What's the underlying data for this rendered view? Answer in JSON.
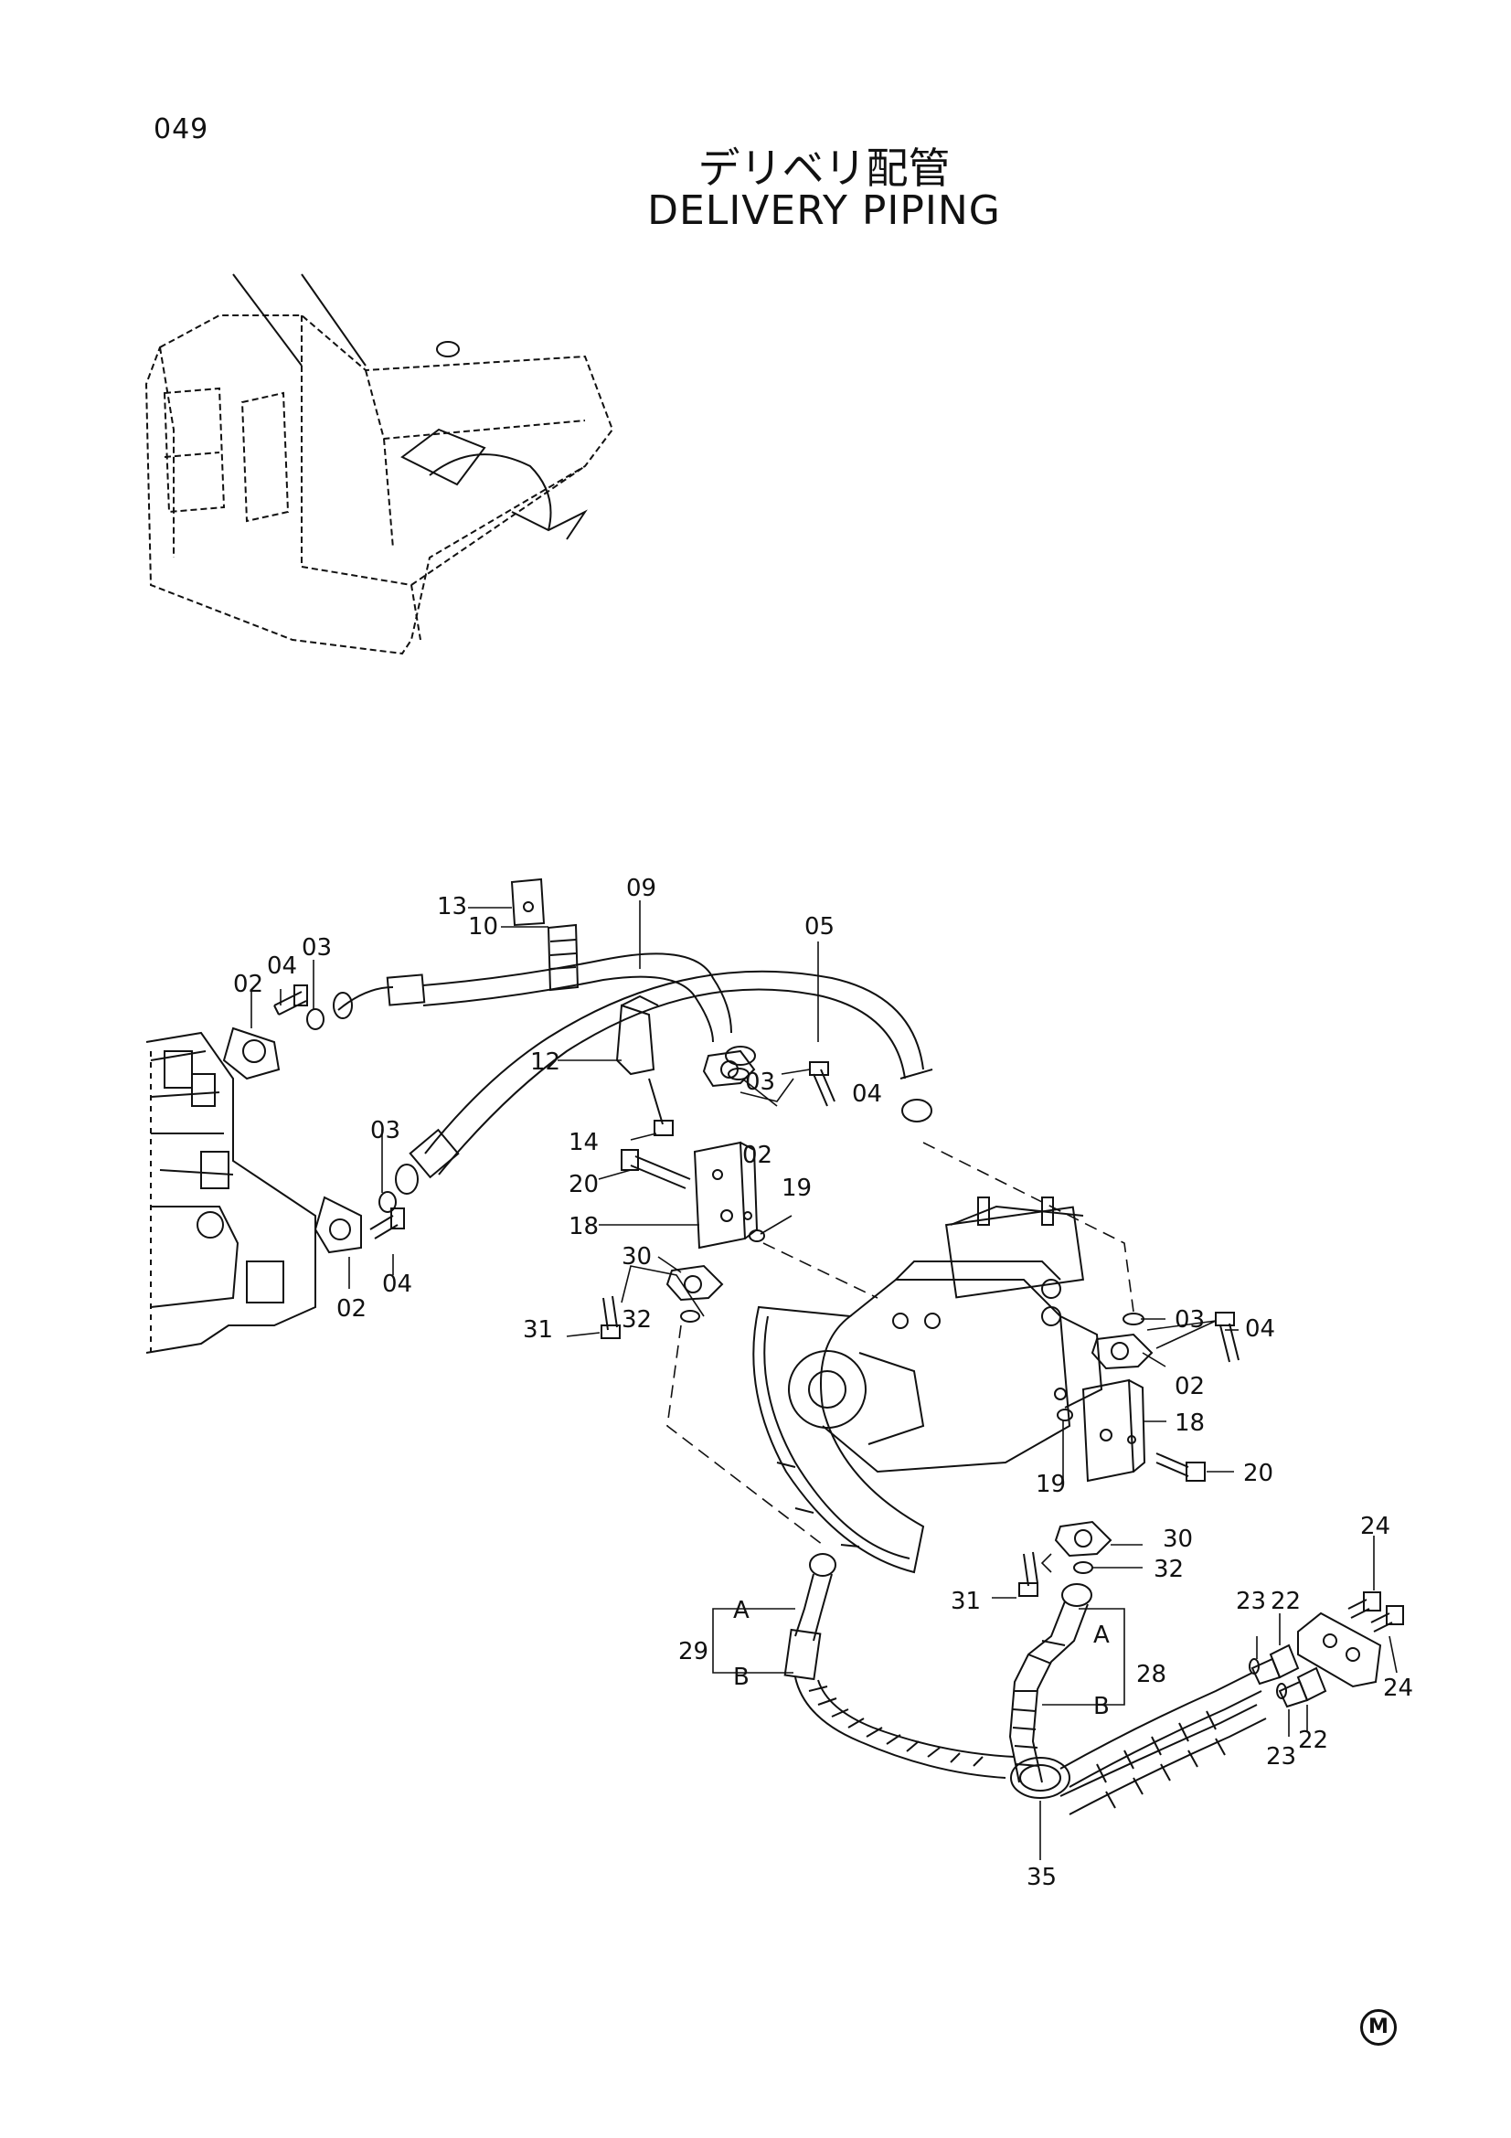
{
  "page_number": "049",
  "title_jp": "デリベリ配管",
  "title_en": "DELIVERY PIPING",
  "corner_mark": "M",
  "labels": {
    "l13": "13",
    "l09": "09",
    "l05": "05",
    "l10": "10",
    "l02a": "02",
    "l04a": "04",
    "l03a": "03",
    "l03b": "03",
    "l04b": "04",
    "l02b": "02",
    "l12": "12",
    "l14": "14",
    "l03c": "03",
    "l02c": "02",
    "l04c": "04",
    "l20a": "20",
    "l19a": "19",
    "l18a": "18",
    "l30a": "30",
    "l31a": "31",
    "l32a": "32",
    "l03d": "03",
    "l04d": "04",
    "l02d": "02",
    "l18b": "18",
    "l20b": "20",
    "l19b": "19",
    "l30b": "30",
    "l32b": "32",
    "l31b": "31",
    "l24a": "24",
    "l22a": "22",
    "l23a": "23",
    "l24b": "24",
    "l23b": "23",
    "l22b": "22",
    "l29": "29",
    "l29A": "A",
    "l29B": "B",
    "l28": "28",
    "l28A": "A",
    "l28B": "B",
    "l35": "35"
  }
}
